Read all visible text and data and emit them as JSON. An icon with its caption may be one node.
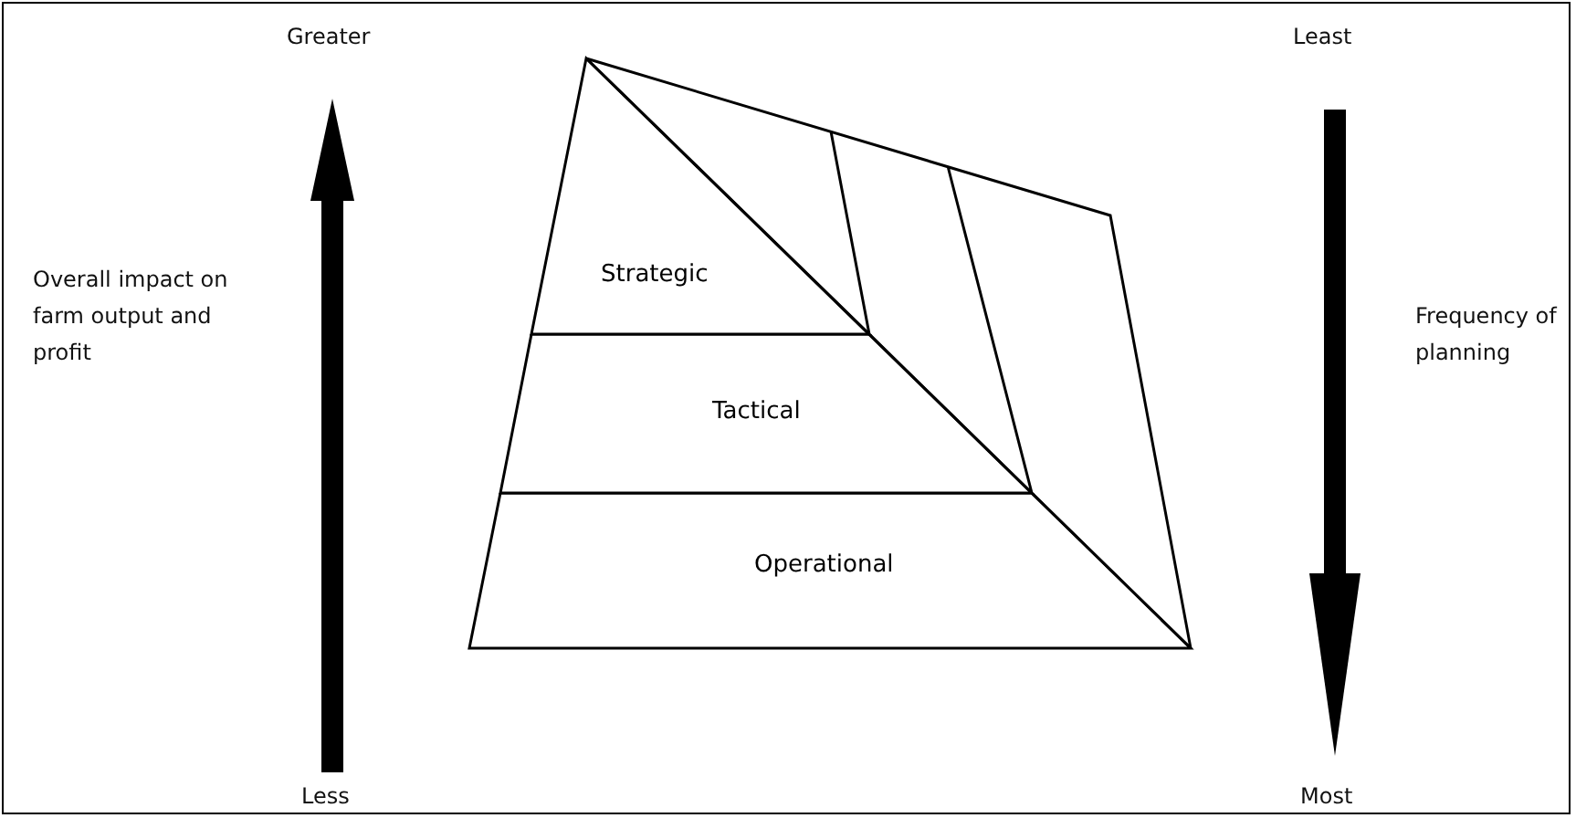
{
  "diagram": {
    "nodes": [
      {
        "text": [
          "Strategic"
        ]
      },
      {
        "text": [
          "Tactical"
        ]
      },
      {
        "text": [
          "Operational"
        ]
      }
    ],
    "edges": [],
    "labels": [
      "Greater",
      "Least",
      "Overall impact on farm output and profit",
      "Frequency of planning",
      "Less",
      "Most"
    ]
  }
}
